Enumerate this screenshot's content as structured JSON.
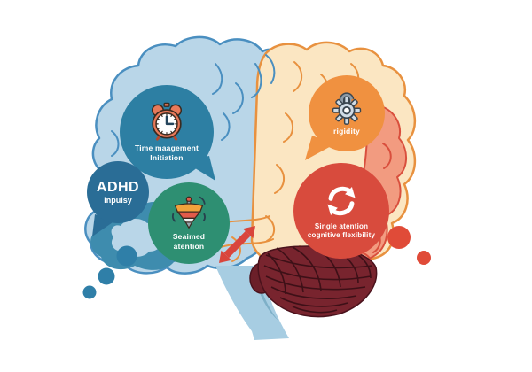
{
  "title": "ADHD brain concept illustration",
  "bubbles": {
    "time_management": {
      "icon": "alarm-clock",
      "line1": "Time maagement",
      "line2": "Initiation",
      "color": "#2d7fa3"
    },
    "adhd": {
      "title": "ADHD",
      "subtitle": "Inpulsy",
      "color": "#2a6d96"
    },
    "sustained_attention": {
      "icon": "spinning-top",
      "line1": "Seaimed",
      "line2": "atention",
      "color": "#2e8f72"
    },
    "rigidity": {
      "icon": "gear-lock",
      "label": "rigidity",
      "color": "#f09140"
    },
    "cognitive_flexibility": {
      "icon": "cycle-arrows",
      "line1": "Single atention",
      "line2": "cognitive flexibility",
      "color": "#d84b3d"
    }
  },
  "brain": {
    "left_hemisphere_color": "#b9d6e8",
    "left_outline_color": "#4a8fc0",
    "right_hemisphere_color": "#fbe6c2",
    "right_outline_color": "#e8913f",
    "salmon_region_color": "#f29b80",
    "salmon_outline_color": "#d94f3d",
    "temporal_blob_color": "#3e8cae",
    "cerebellum_color": "#78242e",
    "brainstem_color": "#a7cde2"
  },
  "decorations": {
    "double_arrow_color": "#d9453c",
    "thought_dots_color": "#2f7fa8",
    "accent_dots_color": "#e04b38"
  }
}
